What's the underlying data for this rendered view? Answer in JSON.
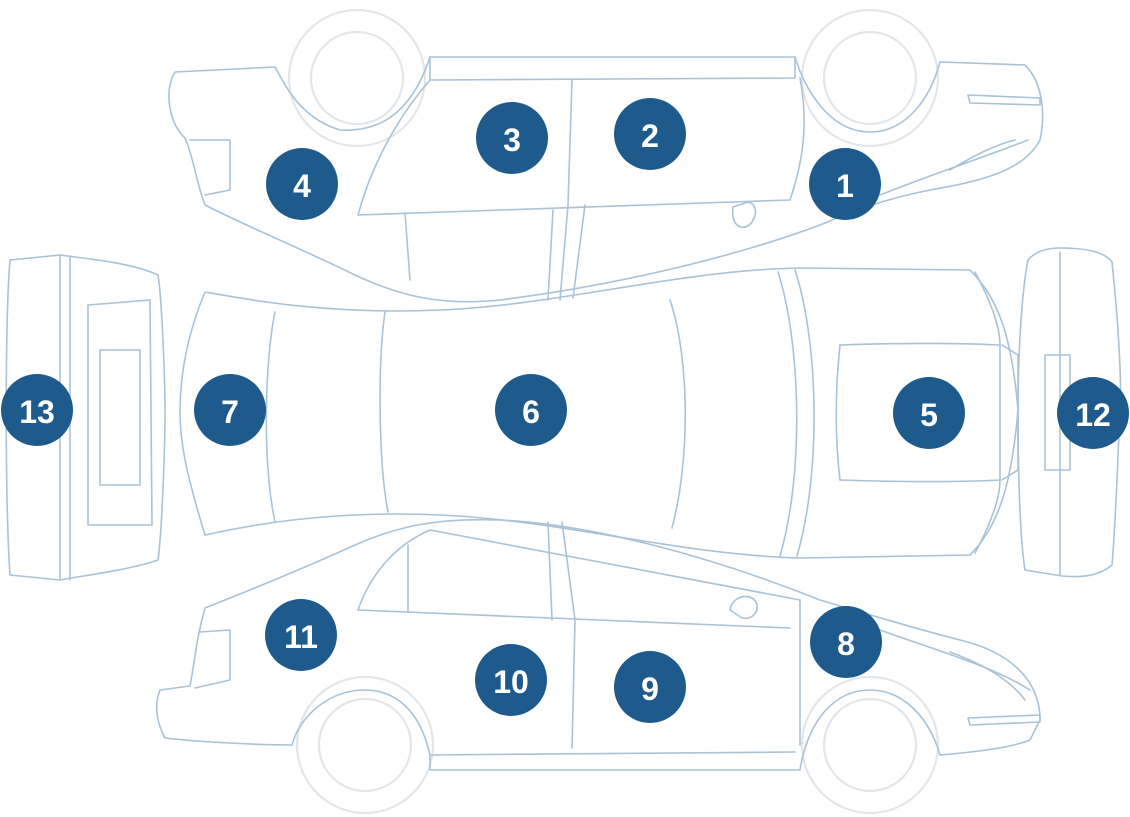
{
  "colors": {
    "badge_fill": "#1e5a8c",
    "badge_text": "#ffffff",
    "outline": "#a9c2d6",
    "wheel": "#e3e6e9"
  },
  "zones": {
    "z1": "1",
    "z2": "2",
    "z3": "3",
    "z4": "4",
    "z5": "5",
    "z6": "6",
    "z7": "7",
    "z8": "8",
    "z9": "9",
    "z10": "10",
    "z11": "11",
    "z12": "12",
    "z13": "13"
  }
}
